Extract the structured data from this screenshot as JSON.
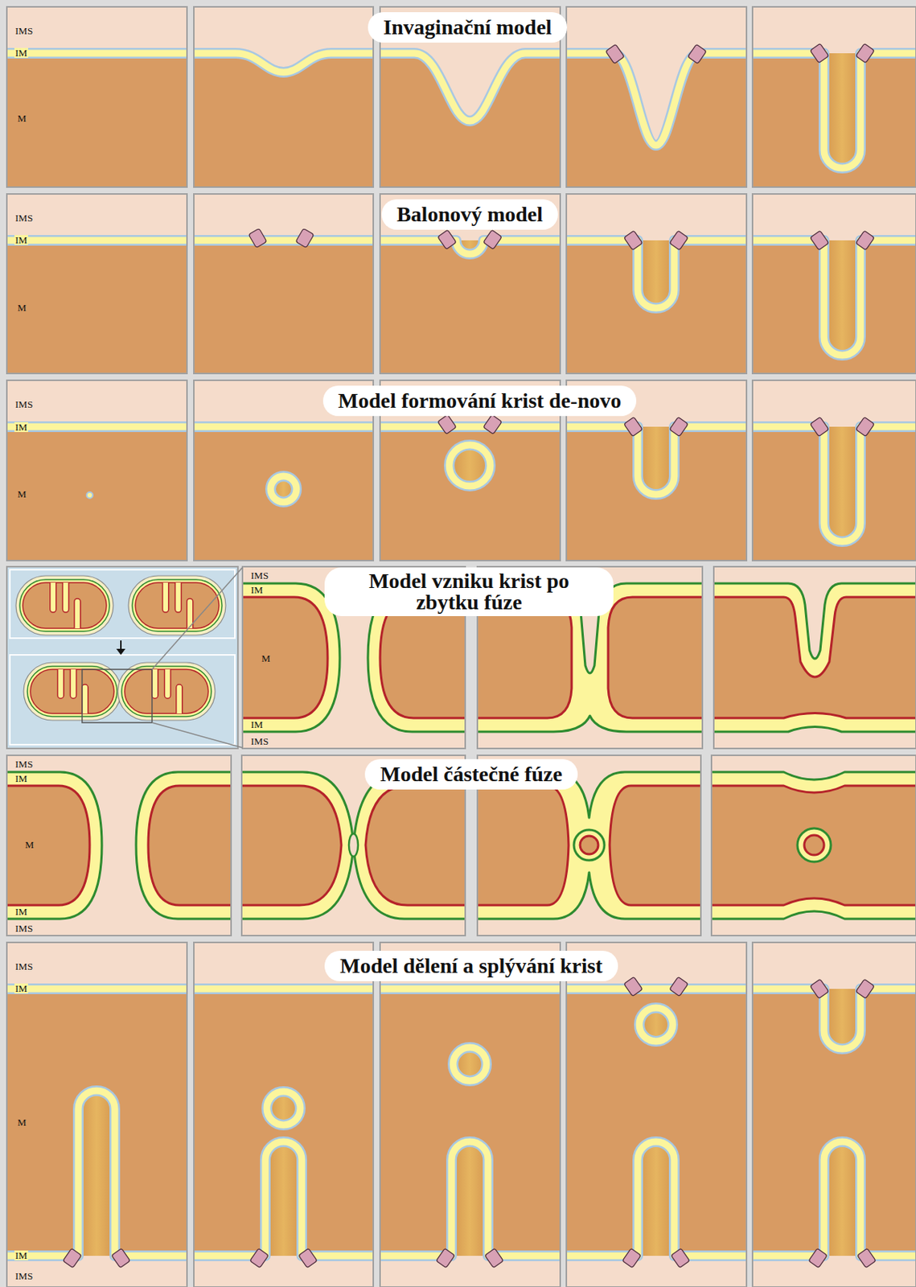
{
  "diagram": {
    "nodes": [
      {
        "text": [
          "Invaginační model"
        ]
      },
      {
        "text": [
          "Balonový model"
        ]
      },
      {
        "text": [
          "Model formování krist de-novo"
        ]
      },
      {
        "text": [
          "Model vzniku krist po zbytku fúze"
        ]
      },
      {
        "text": [
          "Model částečné fúze"
        ]
      },
      {
        "text": [
          "Model dělení a splývání krist"
        ]
      }
    ],
    "labels": [
      "IMS",
      "IM",
      "M",
      "IMS",
      "IM",
      "M",
      "IMS",
      "IM",
      "M",
      "IMS",
      "IM",
      "M",
      "IM",
      "IMS",
      "IMS",
      "IM",
      "M",
      "IM",
      "IMS",
      "IMS",
      "IM",
      "M",
      "IM",
      "IMS"
    ]
  }
}
